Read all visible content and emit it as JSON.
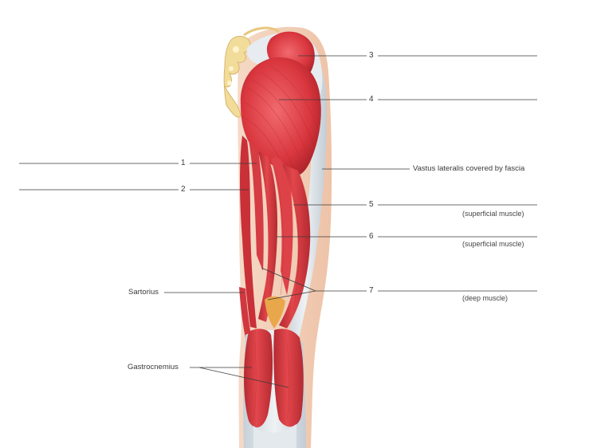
{
  "labels": {
    "n1": "1",
    "n2": "2",
    "n3": "3",
    "n4": "4",
    "n5": "5",
    "n6": "6",
    "n7": "7",
    "vastus_lateralis": "Vastus lateralis covered by fascia",
    "sartorius": "Sartorius",
    "gastrocnemius": "Gastrocnemius",
    "sub5": "(superficial muscle)",
    "sub6": "(superficial muscle)",
    "sub7": "(deep muscle)"
  },
  "colors": {
    "muscle": "#d9363e",
    "muscle_dark": "#b0242b",
    "muscle_light": "#ef6a6e",
    "fascia": "#dde3e8",
    "bone": "#f2dc9a",
    "skin": "#f3d4bd",
    "line": "#3a3a3a"
  }
}
